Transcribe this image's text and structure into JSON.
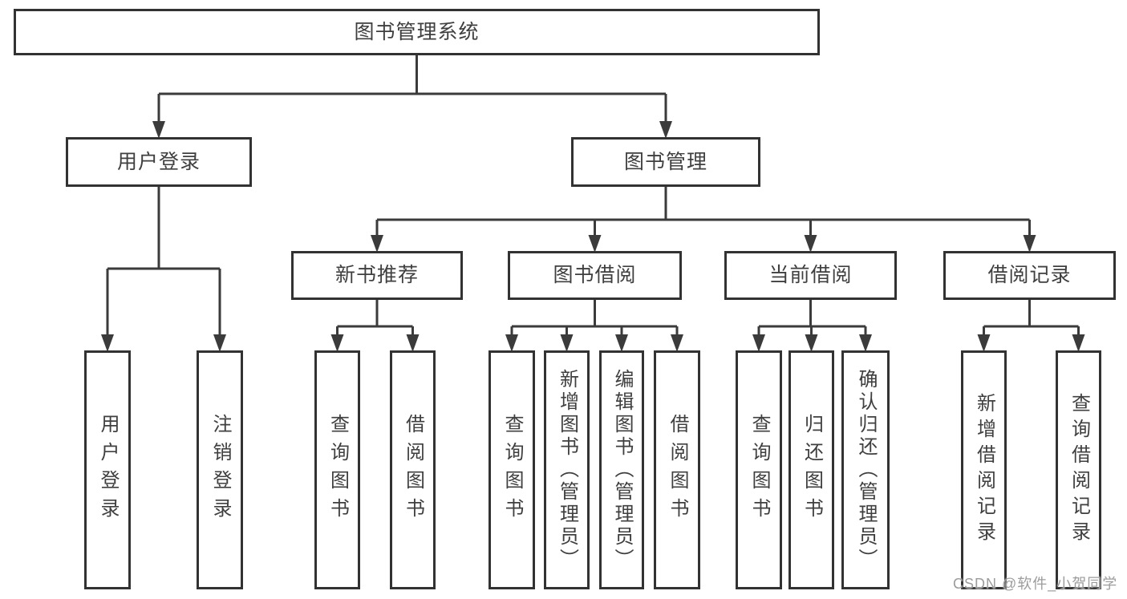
{
  "diagram": {
    "title": "图书管理系统",
    "watermark": "CSDN @软件_小贺同学",
    "colors": {
      "line": "#3b3b3b",
      "box_border": "#323232",
      "text": "#3f3f3f",
      "watermark": "#9c9c9c",
      "background": "#ffffff"
    },
    "nodes": {
      "root": {
        "label": "图书管理系统"
      },
      "login": {
        "label": "用户登录"
      },
      "book-mgmt": {
        "label": "图书管理"
      },
      "login-leaf": {
        "label": "用户登录"
      },
      "logout-leaf": {
        "label": "注销登录"
      },
      "new-rec": {
        "label": "新书推荐"
      },
      "borrow": {
        "label": "图书借阅"
      },
      "current": {
        "label": "当前借阅"
      },
      "records": {
        "label": "借阅记录"
      },
      "q1": {
        "label": "查询图书"
      },
      "b1": {
        "label": "借阅图书"
      },
      "q2": {
        "label": "查询图书"
      },
      "add": {
        "label": "新增图书（管理员）"
      },
      "edit": {
        "label": "编辑图书（管理员）"
      },
      "b2": {
        "label": "借阅图书"
      },
      "q3": {
        "label": "查询图书"
      },
      "ret": {
        "label": "归还图书"
      },
      "confirm": {
        "label": "确认归还（管理员）"
      },
      "add-rec": {
        "label": "新增借阅记录"
      },
      "q-rec": {
        "label": "查询借阅记录"
      }
    },
    "tree": {
      "root": [
        "login",
        "book-mgmt"
      ],
      "login": [
        "login-leaf",
        "logout-leaf"
      ],
      "book-mgmt": [
        "new-rec",
        "borrow",
        "current",
        "records"
      ],
      "new-rec": [
        "q1",
        "b1"
      ],
      "borrow": [
        "q2",
        "add",
        "edit",
        "b2"
      ],
      "current": [
        "q3",
        "ret",
        "confirm"
      ],
      "records": [
        "add-rec",
        "q-rec"
      ]
    }
  }
}
